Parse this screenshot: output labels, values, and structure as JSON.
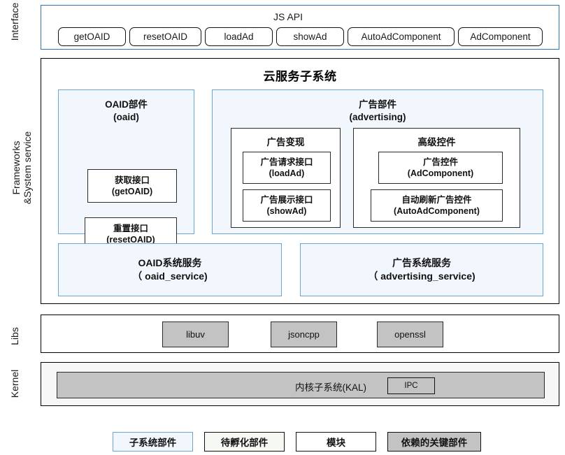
{
  "rails": {
    "interface": "Interface",
    "frameworks": "Frameworks\n&System service",
    "libs": "Libs",
    "kernel": "Kernel"
  },
  "interface": {
    "title": "JS API",
    "apis": [
      {
        "label": "getOAID"
      },
      {
        "label": "resetOAID"
      },
      {
        "label": "loadAd"
      },
      {
        "label": "showAd"
      },
      {
        "label": "AutoAdComponent"
      },
      {
        "label": "AdComponent"
      }
    ]
  },
  "frameworks": {
    "title": "云服务子系统",
    "oaid_component": {
      "head": "OAID部件\n(oaid)",
      "modules": [
        {
          "label": "获取接口\n(getOAID)"
        },
        {
          "label": "重置接口\n(resetOAID)"
        }
      ]
    },
    "advertising_component": {
      "head": "广告部件\n(advertising)",
      "groups": [
        {
          "head": "广告变现",
          "modules": [
            {
              "label": "广告请求接口\n(loadAd)"
            },
            {
              "label": "广告展示接口\n(showAd)"
            }
          ]
        },
        {
          "head": "高级控件",
          "modules": [
            {
              "label": "广告控件\n(AdComponent)"
            },
            {
              "label": "自动刷新广告控件\n(AutoAdComponent)"
            }
          ]
        }
      ]
    },
    "services": [
      {
        "label": "OAID系统服务\n（ oaid_service)"
      },
      {
        "label": "广告系统服务\n（ advertising_service)"
      }
    ]
  },
  "libs": {
    "items": [
      {
        "label": "libuv"
      },
      {
        "label": "jsoncpp"
      },
      {
        "label": "openssl"
      }
    ]
  },
  "kernel": {
    "bar_label": "内核子系统(KAL)",
    "ipc_label": "IPC"
  },
  "legend": [
    {
      "label": "子系统部件",
      "style": "subsystem"
    },
    {
      "label": "待孵化部件",
      "style": "incubate"
    },
    {
      "label": "模块",
      "style": "module"
    },
    {
      "label": "依赖的关键部件",
      "style": "dependency"
    }
  ],
  "colors": {
    "subsystem_fill": "#f1f7fd",
    "subsystem_border": "#6aa5d8",
    "interface_border": "#2e75b6",
    "dependency_fill": "#c3c3c3",
    "incubate_fill": "#f6f8f4",
    "module_border": "#2b2b2b",
    "kernel_fill": "#f7f7f7"
  }
}
